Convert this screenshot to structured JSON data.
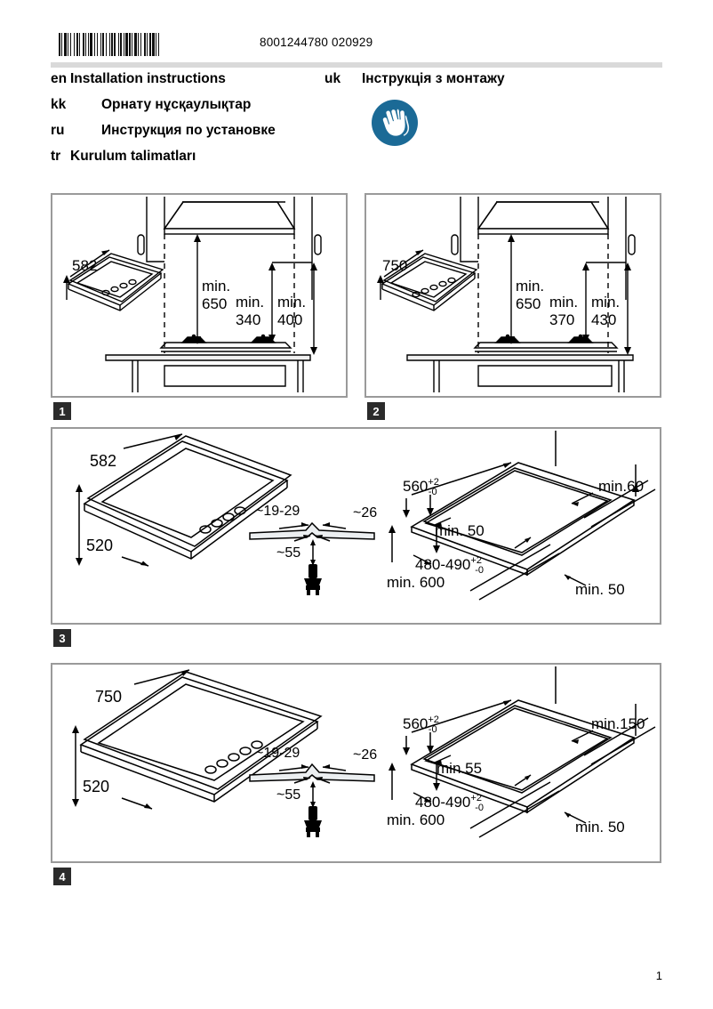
{
  "header": {
    "barcode_name": "barcode",
    "article_number": "8001244780 020929",
    "page_number": "1"
  },
  "languages": {
    "left": [
      {
        "code": "en",
        "title": "Installation instructions"
      },
      {
        "code": "kk",
        "title": "Орнату нұсқаулықтар"
      },
      {
        "code": "ru",
        "title": "Инструкция по установке"
      },
      {
        "code": "tr",
        "title": "Kurulum talimatları"
      }
    ],
    "right": [
      {
        "code": "uk",
        "title": "Інструкція з монтажу"
      }
    ],
    "safety_icon": "protective-gloves-icon"
  },
  "figures": [
    {
      "number": "1",
      "labels": {
        "width": "582",
        "hood_height": {
          "word": "min.",
          "value": "650"
        },
        "rear_height": {
          "word": "min.",
          "value": "340"
        },
        "side_height": {
          "word": "min.",
          "value": "400"
        }
      }
    },
    {
      "number": "2",
      "labels": {
        "width": "750",
        "hood_height": {
          "word": "min.",
          "value": "650"
        },
        "rear_height": {
          "word": "min.",
          "value": "370"
        },
        "side_height": {
          "word": "min.",
          "value": "430"
        }
      }
    },
    {
      "number": "3",
      "labels": {
        "appliance_width": "582",
        "appliance_depth": "520",
        "worktop_thickness": "~19-29",
        "edge_radius": "~26",
        "gas_connection": "~55",
        "cutout_width": {
          "value": "560",
          "plus": "+2",
          "minus": "-0"
        },
        "cutout_depth": {
          "value": "480-490",
          "plus": "+2",
          "minus": "-0"
        },
        "rear_distance": "min.60",
        "front_distance": "min. 50",
        "side_distance": "min. 50",
        "cabinet_width": "min. 600"
      }
    },
    {
      "number": "4",
      "labels": {
        "appliance_width": "750",
        "appliance_depth": "520",
        "worktop_thickness": "~19-29",
        "edge_radius": "~26",
        "gas_connection": "~55",
        "cutout_width": {
          "value": "560",
          "plus": "+2",
          "minus": "-0"
        },
        "cutout_depth": {
          "value": "480-490",
          "plus": "+2",
          "minus": "-0"
        },
        "rear_distance": "min.150",
        "front_distance": "min.55",
        "side_distance": "min. 50",
        "cabinet_width": "min. 600"
      }
    }
  ],
  "colors": {
    "icon_blue": "#1b6a96",
    "panel_border": "#9a9a9a",
    "rule": "#d9d9d9",
    "badge_bg": "#2b2b2b"
  }
}
